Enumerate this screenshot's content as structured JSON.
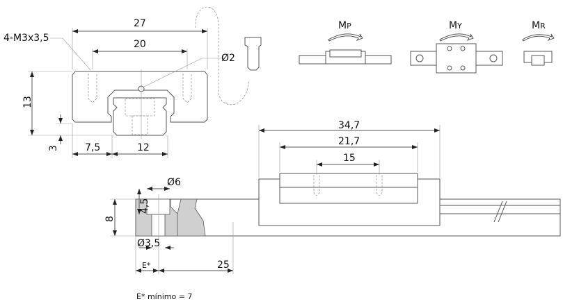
{
  "front_view": {
    "width_total": "27",
    "hole_spacing": "20",
    "thread_callout": "4-M3x3,5",
    "lube_hole": "Ø2",
    "height_total": "13",
    "rail_clearance": "3",
    "offset": "7,5",
    "rail_width": "12"
  },
  "moments": {
    "pitch": {
      "base": "M",
      "sub": "P"
    },
    "yaw": {
      "base": "M",
      "sub": "Y"
    },
    "roll": {
      "base": "M",
      "sub": "R"
    }
  },
  "side_view": {
    "block_length": "34,7",
    "body_length": "21,7",
    "hole_pitch": "15",
    "counterbore_dia": "Ø6",
    "counterbore_depth": "4,5",
    "rail_height": "8",
    "hole_dia": "Ø3,5",
    "end_distance": "E*",
    "rail_pitch": "25"
  },
  "footnote": "E* mínimo = 7",
  "colors": {
    "line": "#555555",
    "section_fill": "#d0d0d0"
  }
}
